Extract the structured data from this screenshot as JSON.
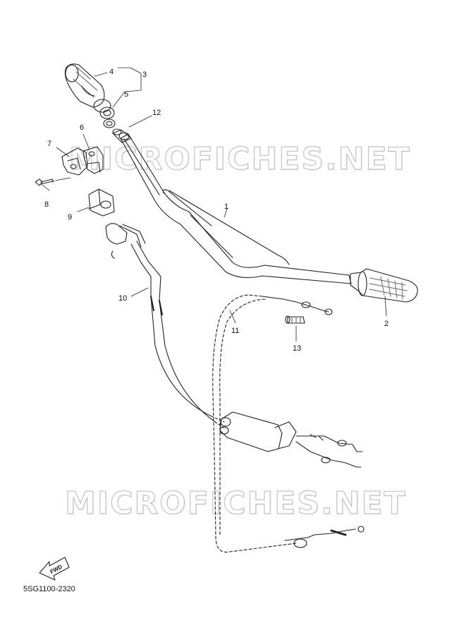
{
  "watermark_text": "MICROFICHES.NET",
  "diagram_code": "5SG1100-2320",
  "fwd_label": "FWD",
  "callouts": [
    "1",
    "2",
    "3",
    "4",
    "5",
    "6",
    "7",
    "8",
    "9",
    "10",
    "11",
    "12",
    "13"
  ]
}
